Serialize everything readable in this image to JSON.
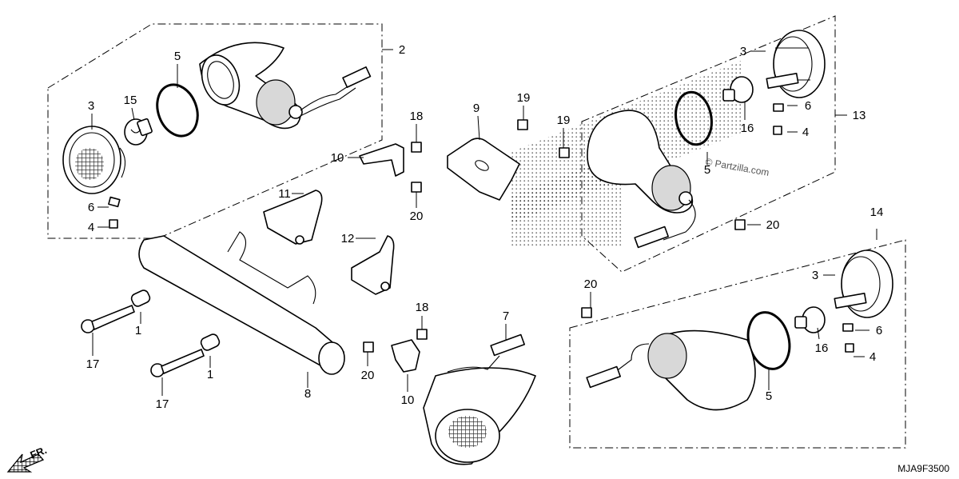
{
  "diagram": {
    "part_labels": [
      "1",
      "1",
      "2",
      "3",
      "3",
      "3",
      "4",
      "4",
      "4",
      "5",
      "5",
      "5",
      "6",
      "6",
      "6",
      "7",
      "8",
      "9",
      "10",
      "10",
      "11",
      "12",
      "13",
      "14",
      "15",
      "16",
      "16",
      "17",
      "17",
      "18",
      "18",
      "19",
      "19",
      "20",
      "20",
      "20",
      "20"
    ],
    "reference_code": "MJA9F3500",
    "watermark": "© Partzilla.com",
    "direction_marker": "FR.",
    "colors": {
      "line": "#000000",
      "background": "#ffffff",
      "shading": "#d8d8d8"
    }
  }
}
